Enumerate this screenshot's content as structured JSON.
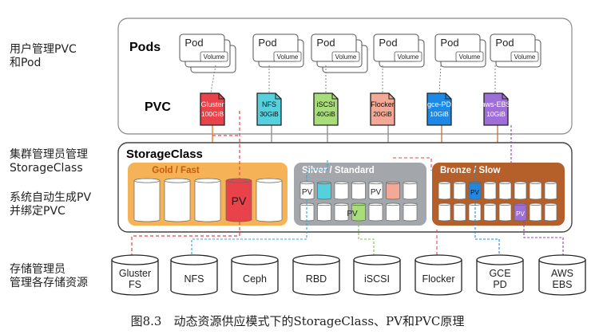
{
  "side_labels": {
    "user_l1": "用户管理PVC",
    "user_l2": "和Pod",
    "admin_l1": "集群管理员管理",
    "admin_l2": "StorageClass",
    "auto_l1": "系统自动生成PV",
    "auto_l2": "并绑定PVC",
    "storage_l1": "存储管理员",
    "storage_l2": "管理各存储资源"
  },
  "pods_title": "Pods",
  "pvc_title": "PVC",
  "pod_label": "Pod",
  "volume_label": "Volume",
  "pvcs": [
    {
      "name": "Gluster",
      "size": "100GiB",
      "fill": "#e8434a"
    },
    {
      "name": "NFS",
      "size": "30GiB",
      "fill": "#55d0dc"
    },
    {
      "name": "iSCSI",
      "size": "40GiB",
      "fill": "#a8dd7a"
    },
    {
      "name": "Flocker",
      "size": "20GiB",
      "fill": "#f4a896"
    },
    {
      "name": "gce-PD",
      "size": "10GiB",
      "fill": "#1e88e5"
    },
    {
      "name": "aws-EBS",
      "size": "10GiB",
      "fill": "#a06ed8"
    }
  ],
  "storageclass_title": "StorageClass",
  "classes": [
    {
      "label": "Gold / Fast",
      "fill": "#f5b256",
      "label_color": "#c85a0c"
    },
    {
      "label": "Silver / Standard",
      "fill": "#a3a6ab",
      "label_color": "#ffffff"
    },
    {
      "label": "Bronze / Slow",
      "fill": "#b5602a",
      "label_color": "#ffffff"
    }
  ],
  "pv_label": "PV",
  "backends": [
    {
      "l1": "Gluster",
      "l2": "FS"
    },
    {
      "l1": "NFS",
      "l2": ""
    },
    {
      "l1": "Ceph",
      "l2": ""
    },
    {
      "l1": "RBD",
      "l2": ""
    },
    {
      "l1": "iSCSI",
      "l2": ""
    },
    {
      "l1": "Flocker",
      "l2": ""
    },
    {
      "l1": "GCE",
      "l2": "PD"
    },
    {
      "l1": "AWS",
      "l2": "EBS"
    }
  ],
  "caption": "图8.3　动态资源供应模式下的StorageClass、PV和PVC原理",
  "colors": {
    "gluster_line": "#e8434a",
    "nfs_line": "#2aa8d8",
    "iscsi_line": "#7cc242",
    "flocker_line": "#e8434a",
    "gce_line": "#1e88e5",
    "aws_line": "#8e44ad",
    "pvc_connector": "#8a8a8a",
    "gold_connector": "#f08a24",
    "bronze_connector": "#c0703c"
  }
}
